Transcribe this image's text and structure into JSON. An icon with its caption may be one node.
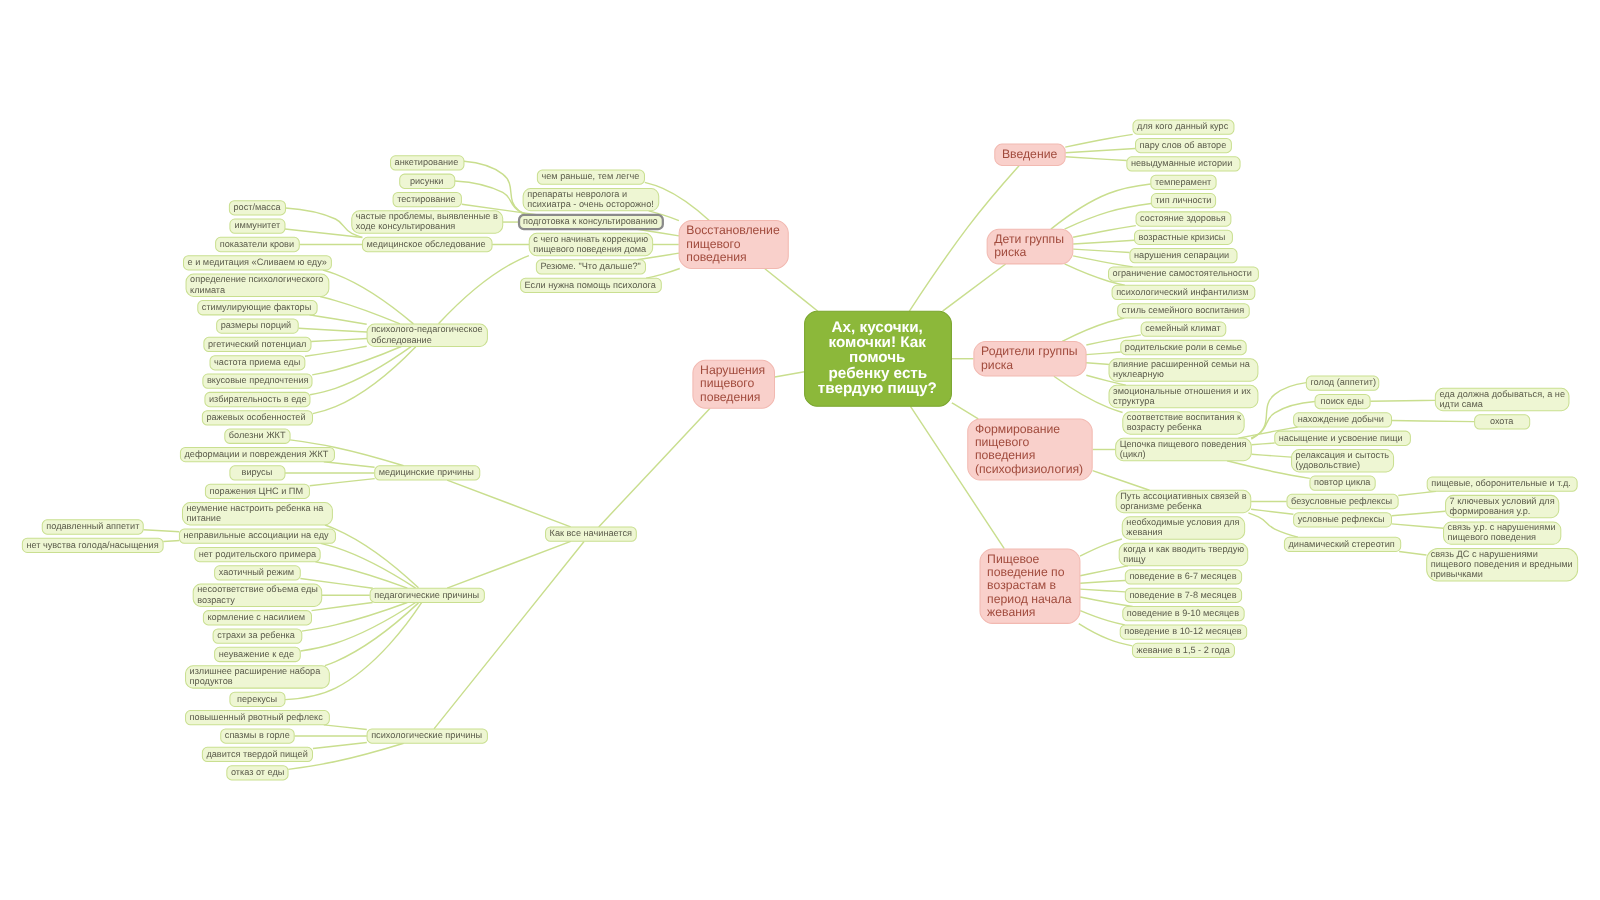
{
  "diagram": {
    "nodes": [
      {
        "text": [
          "Ах, кусочки, комочки! Как помочь ребенку есть твердую пищу?"
        ]
      },
      {
        "text": [
          "Введение"
        ]
      },
      {
        "text": [
          "для кого данный курс"
        ]
      },
      {
        "text": [
          "пару слов об авторе"
        ]
      },
      {
        "text": [
          "невыдуманные истории"
        ]
      },
      {
        "text": [
          "Дети группы риска"
        ]
      },
      {
        "text": [
          "темперамент"
        ]
      },
      {
        "text": [
          "тип личности"
        ]
      },
      {
        "text": [
          "состояние здоровья"
        ]
      },
      {
        "text": [
          "возрастные кризисы"
        ]
      },
      {
        "text": [
          "нарушения сепарации"
        ]
      },
      {
        "text": [
          "ограничение самостоятельности"
        ]
      },
      {
        "text": [
          "психологический инфантилизм"
        ]
      },
      {
        "text": [
          "Родители группы риска"
        ]
      },
      {
        "text": [
          "стиль семейного воспитания"
        ]
      },
      {
        "text": [
          "семейный климат"
        ]
      },
      {
        "text": [
          "родительские роли в семье"
        ]
      },
      {
        "text": [
          "влияние расширенной семьи на нуклеарную"
        ]
      },
      {
        "text": [
          "эмоциональные отношения и их структура"
        ]
      },
      {
        "text": [
          "соответствие воспитания к возрасту ребенка"
        ]
      },
      {
        "text": [
          "Формирование пищевого поведения (психофизиология)"
        ]
      },
      {
        "text": [
          "Цепочка пищевого поведения (цикл)"
        ]
      },
      {
        "text": [
          "голод (аппетит)"
        ]
      },
      {
        "text": [
          "поиск еды"
        ]
      },
      {
        "text": [
          "еда должна добываться, а не идти сама"
        ]
      },
      {
        "text": [
          "нахождение добычи"
        ]
      },
      {
        "text": [
          "охота"
        ]
      },
      {
        "text": [
          "насыщение и усвоение пищи"
        ]
      },
      {
        "text": [
          "релаксация и сытость (удовольствие)"
        ]
      },
      {
        "text": [
          "повтор цикла"
        ]
      },
      {
        "text": [
          "Путь ассоциативных связей в организме ребенка"
        ]
      },
      {
        "text": [
          "безусловные рефлексы"
        ]
      },
      {
        "text": [
          "пищевые, оборонительные и т.д."
        ]
      },
      {
        "text": [
          "условные рефлексы"
        ]
      },
      {
        "text": [
          "7 ключевых условий для формирования у.р."
        ]
      },
      {
        "text": [
          "связь у.р. с нарушениями пищевого поведения"
        ]
      },
      {
        "text": [
          "динамический стереотип"
        ]
      },
      {
        "text": [
          "связь ДС с нарушениями пищевого поведения и вредными привычками"
        ]
      },
      {
        "text": [
          "Пищевое поведение по возрастам в период начала жевания"
        ]
      },
      {
        "text": [
          "необходимые условия для жевания"
        ]
      },
      {
        "text": [
          "когда и как вводить твердую пищу"
        ]
      },
      {
        "text": [
          "поведение в 6-7 месяцев"
        ]
      },
      {
        "text": [
          "поведение в 7-8 месяцев"
        ]
      },
      {
        "text": [
          "поведение в 9-10 месяцев"
        ]
      },
      {
        "text": [
          "поведение в 10-12 месяцев"
        ]
      },
      {
        "text": [
          "жевание в 1,5 - 2 года"
        ]
      },
      {
        "text": [
          "Восстановление пищевого поведения"
        ]
      },
      {
        "text": [
          "чем раньше, тем легче"
        ]
      },
      {
        "text": [
          "препараты невролога и психиатра - очень осторожно!"
        ]
      },
      {
        "text": [
          "подготовка к консультированию"
        ]
      },
      {
        "text": [
          "анкетирование"
        ]
      },
      {
        "text": [
          "рисунки"
        ]
      },
      {
        "text": [
          "тестирование"
        ]
      },
      {
        "text": [
          "частые проблемы, выявленные в ходе консультирования"
        ]
      },
      {
        "text": [
          "с чего начинать коррекцию пищевого поведения дома"
        ]
      },
      {
        "text": [
          "медицинское обследование"
        ]
      },
      {
        "text": [
          "рост/масса"
        ]
      },
      {
        "text": [
          "иммунитет"
        ]
      },
      {
        "text": [
          "показатели крови"
        ]
      },
      {
        "text": [
          "психолого-педагогическое обследование"
        ]
      },
      {
        "text": [
          "е и медитация «Сливаем ю еду»"
        ]
      },
      {
        "text": [
          "определение психологического климата"
        ]
      },
      {
        "text": [
          "стимулирующие факторы"
        ]
      },
      {
        "text": [
          "размеры порций"
        ]
      },
      {
        "text": [
          "ргетический потенциал"
        ]
      },
      {
        "text": [
          "частота приема еды"
        ]
      },
      {
        "text": [
          "вкусовые предпочтения"
        ]
      },
      {
        "text": [
          "избирательность в еде"
        ]
      },
      {
        "text": [
          "ражевых особенностей"
        ]
      },
      {
        "text": [
          "Резюме. \"Что дальше?\""
        ]
      },
      {
        "text": [
          "Если нужна помощь психолога"
        ]
      },
      {
        "text": [
          "Нарушения пищевого поведения"
        ]
      },
      {
        "text": [
          "Как все начинается"
        ]
      },
      {
        "text": [
          "медицинские причины"
        ]
      },
      {
        "text": [
          "болезни ЖКТ"
        ]
      },
      {
        "text": [
          "деформации и повреждения ЖКТ"
        ]
      },
      {
        "text": [
          "вирусы"
        ]
      },
      {
        "text": [
          "поражения ЦНС и ПМ"
        ]
      },
      {
        "text": [
          "педагогические причины"
        ]
      },
      {
        "text": [
          "неумение настроить ребенка на питание"
        ]
      },
      {
        "text": [
          "неправильные ассоциации на еду"
        ]
      },
      {
        "text": [
          "подавленный аппетит"
        ]
      },
      {
        "text": [
          "нет чувства голода/насыщения"
        ]
      },
      {
        "text": [
          "нет родительского примера"
        ]
      },
      {
        "text": [
          "хаотичный режим"
        ]
      },
      {
        "text": [
          "несоответствие объема еды возрасту"
        ]
      },
      {
        "text": [
          "кормление с насилием"
        ]
      },
      {
        "text": [
          "страхи за ребенка"
        ]
      },
      {
        "text": [
          "неуважение к еде"
        ]
      },
      {
        "text": [
          "излишнее расширение набора продуктов"
        ]
      },
      {
        "text": [
          "перекусы"
        ]
      },
      {
        "text": [
          "психологические причины"
        ]
      },
      {
        "text": [
          "повышенный рвотный рефлекс"
        ]
      },
      {
        "text": [
          "спазмы в горле"
        ]
      },
      {
        "text": [
          "давится твердой пищей"
        ]
      },
      {
        "text": [
          "отказ от еды"
        ]
      }
    ],
    "edges": [
      {
        "from": 0,
        "to": 1,
        "arrow": "none"
      },
      {
        "from": 1,
        "to": 2,
        "arrow": "none"
      },
      {
        "from": 1,
        "to": 3,
        "arrow": "none"
      },
      {
        "from": 1,
        "to": 4,
        "arrow": "none"
      },
      {
        "from": 0,
        "to": 5,
        "arrow": "none"
      },
      {
        "from": 5,
        "to": 6,
        "arrow": "none"
      },
      {
        "from": 5,
        "to": 7,
        "arrow": "none"
      },
      {
        "from": 5,
        "to": 8,
        "arrow": "none"
      },
      {
        "from": 5,
        "to": 9,
        "arrow": "none"
      },
      {
        "from": 5,
        "to": 10,
        "arrow": "none"
      },
      {
        "from": 5,
        "to": 11,
        "arrow": "none"
      },
      {
        "from": 5,
        "to": 12,
        "arrow": "none"
      },
      {
        "from": 0,
        "to": 13,
        "arrow": "none"
      },
      {
        "from": 13,
        "to": 14,
        "arrow": "none"
      },
      {
        "from": 13,
        "to": 15,
        "arrow": "none"
      },
      {
        "from": 13,
        "to": 16,
        "arrow": "none"
      },
      {
        "from": 13,
        "to": 17,
        "arrow": "none"
      },
      {
        "from": 13,
        "to": 18,
        "arrow": "none"
      },
      {
        "from": 13,
        "to": 19,
        "arrow": "none"
      },
      {
        "from": 0,
        "to": 20,
        "arrow": "none"
      },
      {
        "from": 20,
        "to": 21,
        "arrow": "none"
      },
      {
        "from": 21,
        "to": 22,
        "arrow": "none"
      },
      {
        "from": 21,
        "to": 23,
        "arrow": "none"
      },
      {
        "from": 23,
        "to": 24,
        "arrow": "none"
      },
      {
        "from": 21,
        "to": 25,
        "arrow": "none"
      },
      {
        "from": 25,
        "to": 26,
        "arrow": "none"
      },
      {
        "from": 21,
        "to": 27,
        "arrow": "none"
      },
      {
        "from": 21,
        "to": 28,
        "arrow": "none"
      },
      {
        "from": 21,
        "to": 29,
        "arrow": "none"
      },
      {
        "from": 20,
        "to": 30,
        "arrow": "none"
      },
      {
        "from": 30,
        "to": 31,
        "arrow": "none"
      },
      {
        "from": 31,
        "to": 32,
        "arrow": "none"
      },
      {
        "from": 30,
        "to": 33,
        "arrow": "none"
      },
      {
        "from": 33,
        "to": 34,
        "arrow": "none"
      },
      {
        "from": 33,
        "to": 35,
        "arrow": "none"
      },
      {
        "from": 30,
        "to": 36,
        "arrow": "none"
      },
      {
        "from": 36,
        "to": 37,
        "arrow": "none"
      },
      {
        "from": 0,
        "to": 38,
        "arrow": "none"
      },
      {
        "from": 38,
        "to": 39,
        "arrow": "none"
      },
      {
        "from": 38,
        "to": 40,
        "arrow": "none"
      },
      {
        "from": 38,
        "to": 41,
        "arrow": "none"
      },
      {
        "from": 38,
        "to": 42,
        "arrow": "none"
      },
      {
        "from": 38,
        "to": 43,
        "arrow": "none"
      },
      {
        "from": 38,
        "to": 44,
        "arrow": "none"
      },
      {
        "from": 38,
        "to": 45,
        "arrow": "none"
      },
      {
        "from": 46,
        "to": 0,
        "arrow": "none"
      },
      {
        "from": 47,
        "to": 46,
        "arrow": "none"
      },
      {
        "from": 48,
        "to": 46,
        "arrow": "none"
      },
      {
        "from": 49,
        "to": 46,
        "arrow": "none"
      },
      {
        "from": 50,
        "to": 49,
        "arrow": "none"
      },
      {
        "from": 51,
        "to": 49,
        "arrow": "none"
      },
      {
        "from": 52,
        "to": 49,
        "arrow": "none"
      },
      {
        "from": 53,
        "to": 49,
        "arrow": "none"
      },
      {
        "from": 54,
        "to": 46,
        "arrow": "none"
      },
      {
        "from": 55,
        "to": 54,
        "arrow": "none"
      },
      {
        "from": 56,
        "to": 55,
        "arrow": "none"
      },
      {
        "from": 57,
        "to": 55,
        "arrow": "none"
      },
      {
        "from": 58,
        "to": 55,
        "arrow": "none"
      },
      {
        "from": 59,
        "to": 54,
        "arrow": "none"
      },
      {
        "from": 60,
        "to": 59,
        "arrow": "none"
      },
      {
        "from": 61,
        "to": 59,
        "arrow": "none"
      },
      {
        "from": 62,
        "to": 59,
        "arrow": "none"
      },
      {
        "from": 63,
        "to": 59,
        "arrow": "none"
      },
      {
        "from": 64,
        "to": 59,
        "arrow": "none"
      },
      {
        "from": 65,
        "to": 59,
        "arrow": "none"
      },
      {
        "from": 66,
        "to": 59,
        "arrow": "none"
      },
      {
        "from": 67,
        "to": 59,
        "arrow": "none"
      },
      {
        "from": 68,
        "to": 59,
        "arrow": "none"
      },
      {
        "from": 69,
        "to": 46,
        "arrow": "none"
      },
      {
        "from": 70,
        "to": 46,
        "arrow": "none"
      },
      {
        "from": 71,
        "to": 0,
        "arrow": "none"
      },
      {
        "from": 72,
        "to": 71,
        "arrow": "none"
      },
      {
        "from": 73,
        "to": 72,
        "arrow": "none"
      },
      {
        "from": 74,
        "to": 73,
        "arrow": "none"
      },
      {
        "from": 75,
        "to": 73,
        "arrow": "none"
      },
      {
        "from": 76,
        "to": 73,
        "arrow": "none"
      },
      {
        "from": 77,
        "to": 73,
        "arrow": "none"
      },
      {
        "from": 78,
        "to": 72,
        "arrow": "none"
      },
      {
        "from": 79,
        "to": 78,
        "arrow": "none"
      },
      {
        "from": 80,
        "to": 78,
        "arrow": "none"
      },
      {
        "from": 81,
        "to": 80,
        "arrow": "none"
      },
      {
        "from": 82,
        "to": 80,
        "arrow": "none"
      },
      {
        "from": 83,
        "to": 78,
        "arrow": "none"
      },
      {
        "from": 84,
        "to": 78,
        "arrow": "none"
      },
      {
        "from": 85,
        "to": 78,
        "arrow": "none"
      },
      {
        "from": 86,
        "to": 78,
        "arrow": "none"
      },
      {
        "from": 87,
        "to": 78,
        "arrow": "none"
      },
      {
        "from": 88,
        "to": 78,
        "arrow": "none"
      },
      {
        "from": 89,
        "to": 78,
        "arrow": "none"
      },
      {
        "from": 90,
        "to": 78,
        "arrow": "none"
      },
      {
        "from": 91,
        "to": 72,
        "arrow": "none"
      },
      {
        "from": 92,
        "to": 91,
        "arrow": "none"
      },
      {
        "from": 93,
        "to": 91,
        "arrow": "none"
      },
      {
        "from": 94,
        "to": 91,
        "arrow": "none"
      },
      {
        "from": 95,
        "to": 91,
        "arrow": "none"
      }
    ]
  }
}
